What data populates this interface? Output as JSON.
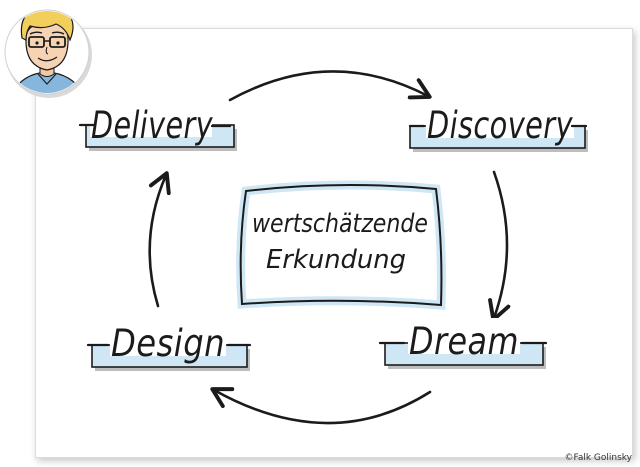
{
  "diagram": {
    "phases": {
      "delivery": "Delivery",
      "discovery": "Discovery",
      "dream": "Dream",
      "design": "Design"
    },
    "center": {
      "line1": "wertschätzende",
      "line2": "Erkundung"
    },
    "credit": "©Falk Golinsky"
  },
  "colors": {
    "ink": "#1b1b1b",
    "highlight": "#cfe6f5",
    "shadow": "#bdbdbd",
    "frame_border": "#dcdcdc"
  },
  "icons": {
    "avatar": "cartoon-man-with-glasses-icon",
    "cycle_arrows": "clockwise-arrow-icon"
  }
}
